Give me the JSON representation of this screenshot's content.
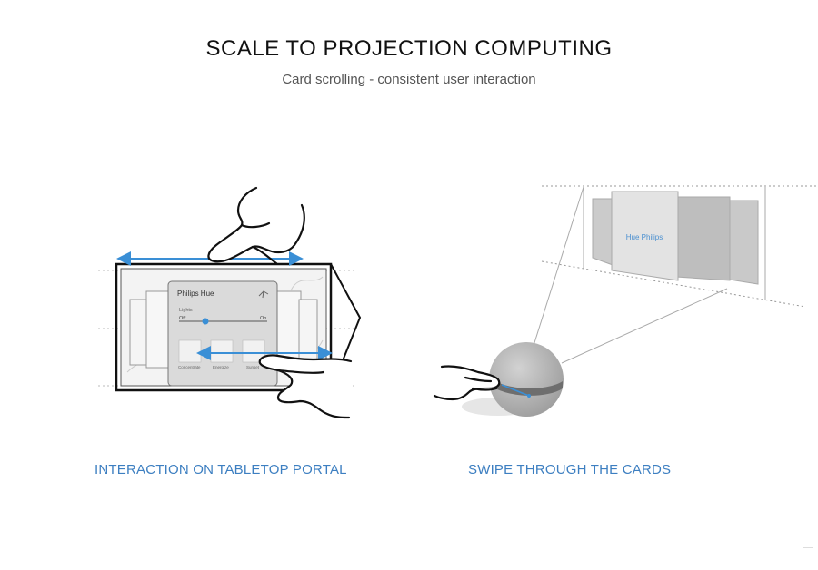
{
  "header": {
    "title": "SCALE TO PROJECTION COMPUTING",
    "subtitle": "Card scrolling - consistent user interaction"
  },
  "left_panel": {
    "caption": "INTERACTION ON TABLETOP PORTAL",
    "card": {
      "title": "Philips Hue",
      "lights_label": "Lights",
      "off_label": "Off",
      "on_label": "On",
      "scene_labels": [
        "Concentrate",
        "Energize",
        "Sunset"
      ]
    }
  },
  "right_panel": {
    "caption": "SWIPE THROUGH THE CARDS",
    "projected_card_label": "Hue Philips"
  },
  "colors": {
    "accent": "#3d7fc1",
    "arrow": "#3a8fd6",
    "ink": "#111111"
  },
  "icons": [
    "share-icon",
    "hand-icon",
    "sphere-projector-icon"
  ]
}
